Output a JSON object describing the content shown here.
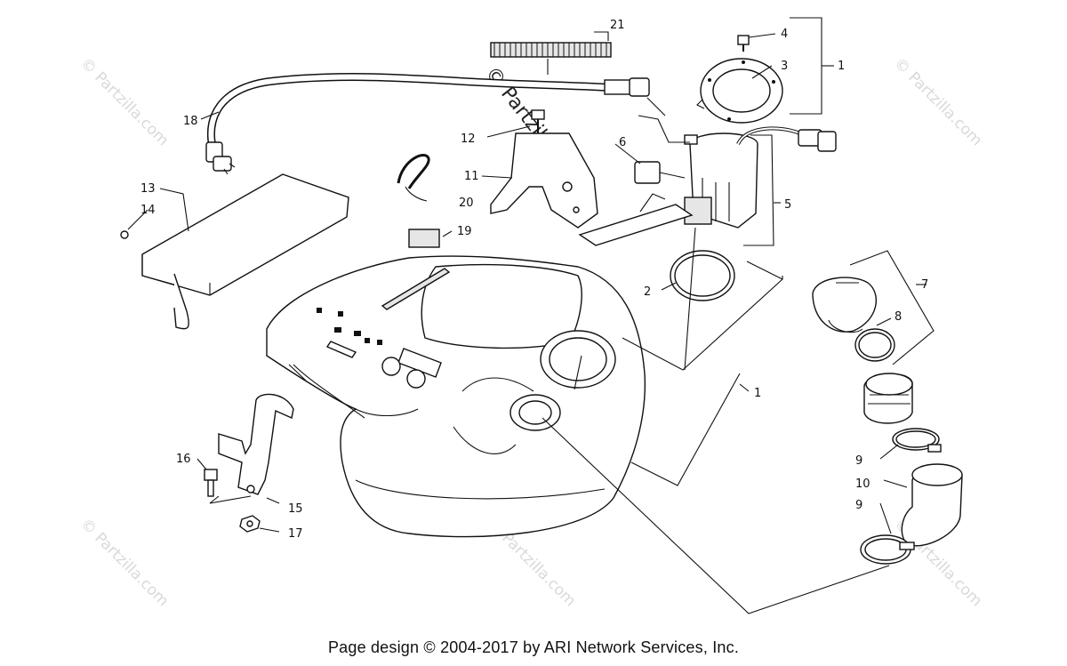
{
  "callouts": {
    "c1": "1",
    "c2": "2",
    "c3": "3",
    "c4": "4",
    "c5": "5",
    "c6": "6",
    "c7": "7",
    "c8": "8",
    "c9": "9",
    "c10": "10",
    "c11": "11",
    "c12": "12",
    "c13": "13",
    "c14": "14",
    "c15": "15",
    "c16": "16",
    "c17": "17",
    "c18": "18",
    "c19": "19",
    "c20": "20",
    "c21": "21"
  },
  "watermark": {
    "main": "© Partzilla.com",
    "repeat": "© Partzilla.com"
  },
  "footer": "Page design © 2004-2017 by ARI Network Services, Inc."
}
